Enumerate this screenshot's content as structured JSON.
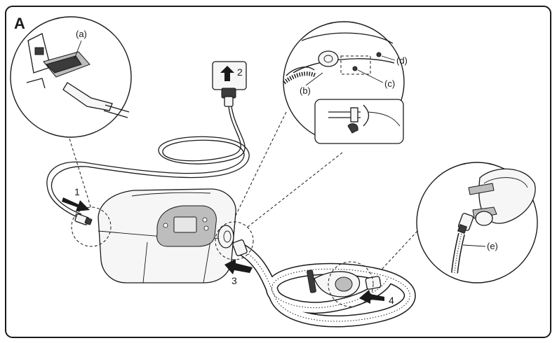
{
  "panel": {
    "letter": "A"
  },
  "callouts": {
    "a": "(a)",
    "b": "(b)",
    "c": "(c)",
    "d": "(d)",
    "e": "(e)"
  },
  "steps": {
    "s1": "1",
    "s2": "2",
    "s3": "3",
    "s4": "4"
  }
}
